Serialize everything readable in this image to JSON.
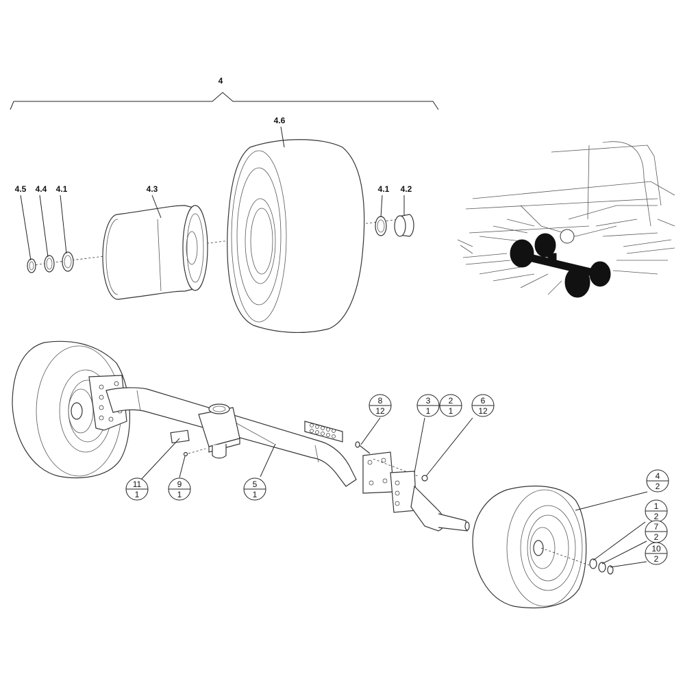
{
  "assembly_label": "4",
  "top_labels": {
    "l45": "4.5",
    "l44": "4.4",
    "l41a": "4.1",
    "l43": "4.3",
    "l46": "4.6",
    "l41b": "4.1",
    "l42": "4.2"
  },
  "balloons": [
    {
      "id": "b8",
      "part": "8",
      "qty": "12"
    },
    {
      "id": "b3",
      "part": "3",
      "qty": "1"
    },
    {
      "id": "b2",
      "part": "2",
      "qty": "1"
    },
    {
      "id": "b6",
      "part": "6",
      "qty": "12"
    },
    {
      "id": "b11",
      "part": "11",
      "qty": "1"
    },
    {
      "id": "b9",
      "part": "9",
      "qty": "1"
    },
    {
      "id": "b5",
      "part": "5",
      "qty": "1"
    },
    {
      "id": "b4",
      "part": "4",
      "qty": "2"
    },
    {
      "id": "b1",
      "part": "1",
      "qty": "2"
    },
    {
      "id": "b7",
      "part": "7",
      "qty": "2"
    },
    {
      "id": "b10",
      "part": "10",
      "qty": "2"
    }
  ],
  "colors": {
    "line": "#222222",
    "highlight": "#111111",
    "background": "#ffffff"
  }
}
